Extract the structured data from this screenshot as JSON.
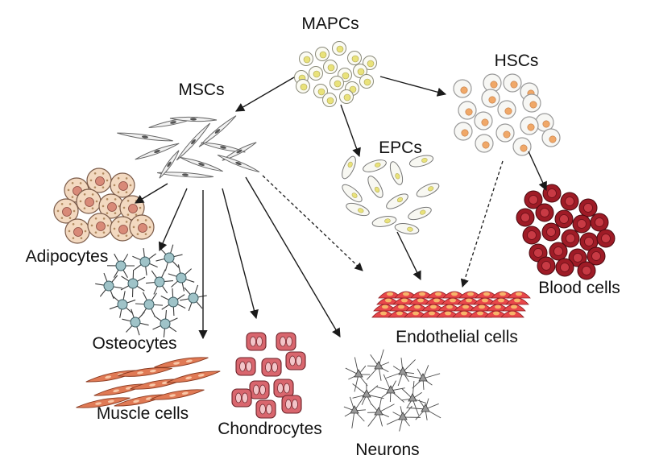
{
  "labels": {
    "mapcs": "MAPCs",
    "mscs": "MSCs",
    "hscs": "HSCs",
    "epcs": "EPCs",
    "adipocytes": "Adipocytes",
    "osteocytes": "Osteocytes",
    "muscle_cells": "Muscle cells",
    "chondrocytes": "Chondrocytes",
    "neurons": "Neurons",
    "endothelial_cells": "Endothelial cells",
    "blood_cells": "Blood cells"
  },
  "colors": {
    "arrow": "#1a1a1a",
    "mapc_nucleus": "#e9e27a",
    "hsc_nucleus": "#f0a868",
    "adipocyte_fill": "#f3d9c0",
    "adipocyte_nucleus": "#d88a78",
    "osteocyte_fill": "#9fc3c8",
    "muscle_fill": "#e07a55",
    "chondrocyte_fill": "#d9666e",
    "neuron_fill": "#9a9a9a",
    "endothelial_fill": "#e8474a",
    "blood_fill": "#9e1b26"
  },
  "arrows": [
    {
      "from": "MAPCs",
      "to": "MSCs",
      "style": "solid"
    },
    {
      "from": "MAPCs",
      "to": "HSCs",
      "style": "solid"
    },
    {
      "from": "MAPCs",
      "to": "EPCs",
      "style": "solid"
    },
    {
      "from": "MSCs",
      "to": "Adipocytes",
      "style": "solid"
    },
    {
      "from": "MSCs",
      "to": "Osteocytes",
      "style": "solid"
    },
    {
      "from": "MSCs",
      "to": "Muscle cells",
      "style": "solid"
    },
    {
      "from": "MSCs",
      "to": "Chondrocytes",
      "style": "solid"
    },
    {
      "from": "MSCs",
      "to": "Neurons",
      "style": "solid"
    },
    {
      "from": "MSCs",
      "to": "Endothelial cells",
      "style": "dashed"
    },
    {
      "from": "EPCs",
      "to": "Endothelial cells",
      "style": "solid"
    },
    {
      "from": "HSCs",
      "to": "Endothelial cells",
      "style": "dashed"
    },
    {
      "from": "HSCs",
      "to": "Blood cells",
      "style": "solid"
    }
  ]
}
